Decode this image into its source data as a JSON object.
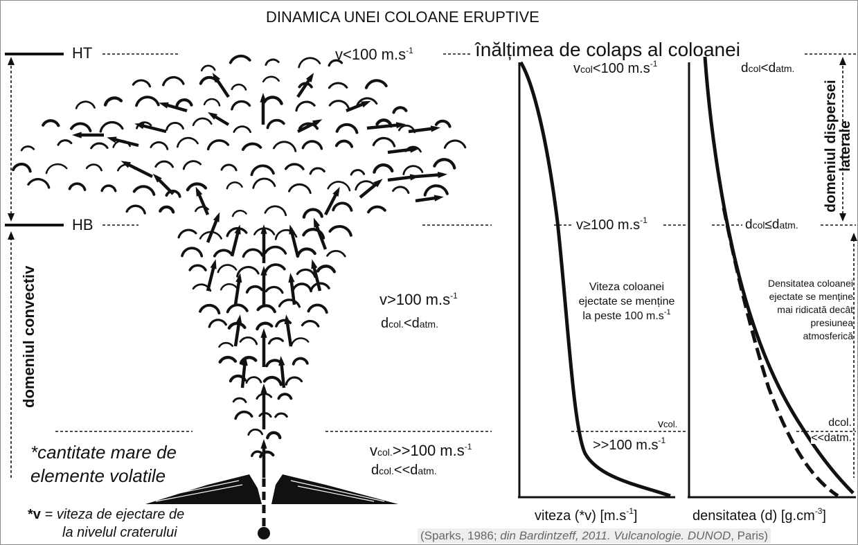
{
  "title": "DINAMICA UNEI COLOANE ERUPTIVE",
  "levels": {
    "ht": "HT",
    "hb": "HB"
  },
  "top_velocity": {
    "prefix": "v<100 m.s",
    "exp": "-1"
  },
  "collapse_height": "înălțimea de colaps al coloanei",
  "left_axis": {
    "convective": "domeniul convectiv"
  },
  "right_axis": {
    "dispersal_line1": "domeniul dispersei",
    "dispersal_line2": "laterale"
  },
  "mid_column": {
    "velocity": {
      "prefix": "v>100 m.s",
      "exp": "-1"
    },
    "density": {
      "d": "d",
      "col": "col.",
      "lt": "<d",
      "atm": "atm."
    }
  },
  "bottom_column": {
    "velocity": {
      "v": "v",
      "col": "col.",
      "rest": ">>100 m.s",
      "exp": "-1"
    },
    "density": {
      "d": "d",
      "col": "col.",
      "lt": "<<d",
      "atm": "atm."
    }
  },
  "volatile_note": {
    "line1": "*cantitate mare de",
    "line2": "elemente volatile"
  },
  "velocity_note": {
    "star": "*v",
    "line1": " = viteza de ejectare de",
    "line2": "la nivelul craterului"
  },
  "velocity_panel": {
    "top": {
      "v": "v",
      "col": "col",
      "rest": "<100 m.s",
      "exp": "-1"
    },
    "mid": {
      "prefix": "v≥100 m.s",
      "exp": "-1"
    },
    "desc_line1": "Viteza coloanei",
    "desc_line2": "ejectate se menține",
    "desc_line3": "la peste 100 m.s",
    "desc_exp": "-1",
    "bottom_v": "v",
    "bottom_col": "col.",
    "bottom_rest": ">>100 m.s",
    "bottom_exp": "-1",
    "xlabel": "viteza (*v) [m.s",
    "xlabel_exp": "-1",
    "xlabel_end": "]"
  },
  "density_panel": {
    "top": {
      "d": "d",
      "col": "col",
      "lt": "<d",
      "atm": "atm."
    },
    "mid": {
      "d": "d",
      "col": "col",
      "lt": "≤d",
      "atm": "atm."
    },
    "desc_line1": "Densitatea coloanei",
    "desc_line2": "ejectate se menține",
    "desc_line3": "mai ridicată decât",
    "desc_line4": "presiunea",
    "desc_line5": "atmosferică",
    "bottom_line1": "dcol.",
    "bottom_line2": "<<datm.",
    "xlabel": "densitatea (d) [g.cm",
    "xlabel_exp": "-3",
    "xlabel_end": "]"
  },
  "source": {
    "part1": "(Sparks, 1986; ",
    "part2": "din Bardintzeff, 2011. Vulcanologie. DUNOD",
    "part3": ", Paris)"
  },
  "colors": {
    "ink": "#111111",
    "source_bg": "#eeeeee",
    "source_text": "#666666"
  }
}
